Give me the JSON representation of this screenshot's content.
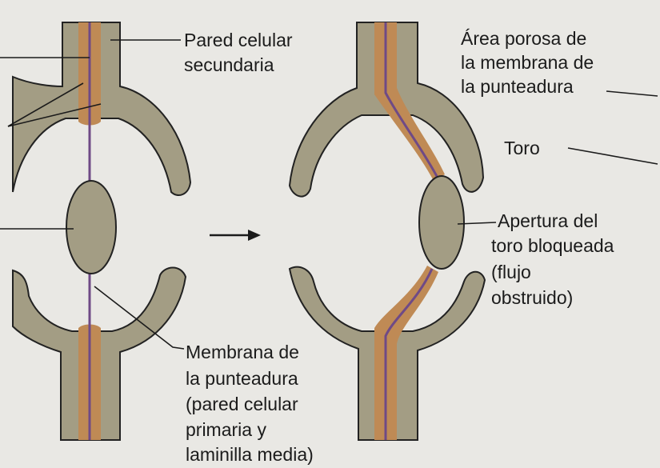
{
  "labels": {
    "pared_line1": "Pared celular",
    "pared_line2": "secundaria",
    "area_line1": "Área porosa de",
    "area_line2": "la membrana de",
    "area_line3": "la punteadura",
    "toro": "Toro",
    "apertura_line1": "Apertura del",
    "apertura_line2": "toro bloqueada",
    "apertura_line3": "(flujo",
    "apertura_line4": "obstruido)",
    "membrana_line1": "Membrana de",
    "membrana_line2": "la punteadura",
    "membrana_line3": "(pared celular",
    "membrana_line4": "primaria y",
    "membrana_line5": "laminilla media)"
  },
  "colors": {
    "background": "#e9e8e4",
    "secondary_wall": "#a39d84",
    "primary_wall": "#bf8a55",
    "middle_lamella": "#6f4a86",
    "outline": "#222222",
    "text": "#1b1b1b"
  }
}
